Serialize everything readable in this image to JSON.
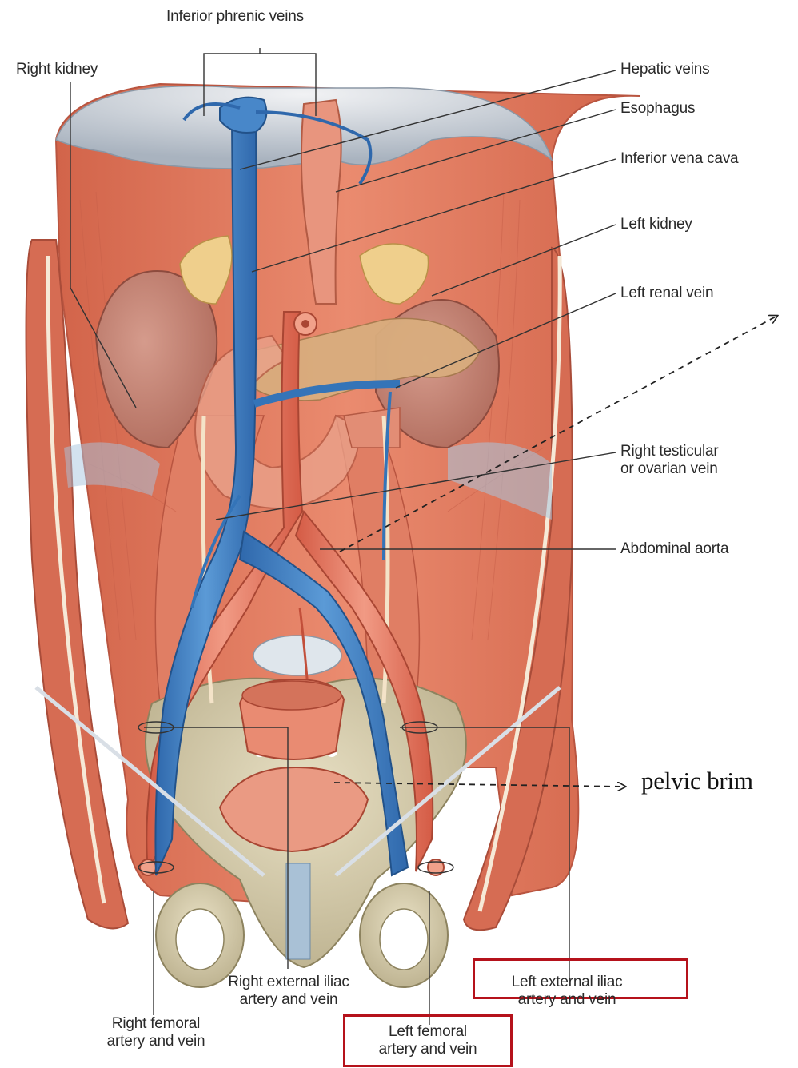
{
  "labels": {
    "inferior_phrenic_veins": "Inferior phrenic veins",
    "right_kidney": "Right kidney",
    "hepatic_veins": "Hepatic veins",
    "esophagus": "Esophagus",
    "inferior_vena_cava": "Inferior vena cava",
    "left_kidney": "Left kidney",
    "left_renal_vein": "Left renal vein",
    "right_testicular_line1": "Right testicular",
    "right_testicular_line2": "or ovarian vein",
    "abdominal_aorta": "Abdominal aorta",
    "right_external_iliac_line1": "Right external iliac",
    "right_external_iliac_line2": "artery and vein",
    "left_external_iliac_line1": "Left external iliac",
    "left_external_iliac_line2": "artery and vein",
    "right_femoral_line1": "Right femoral",
    "right_femoral_line2": "artery and vein",
    "left_femoral_line1": "Left femoral",
    "left_femoral_line2": "artery and vein"
  },
  "annotations": {
    "pelvic_brim": "pelvic brim"
  },
  "colors": {
    "vein_blue": "#3f7fc4",
    "artery_red": "#e5735f",
    "muscle": "#e6866a",
    "highlight_box": "#b5121b"
  }
}
